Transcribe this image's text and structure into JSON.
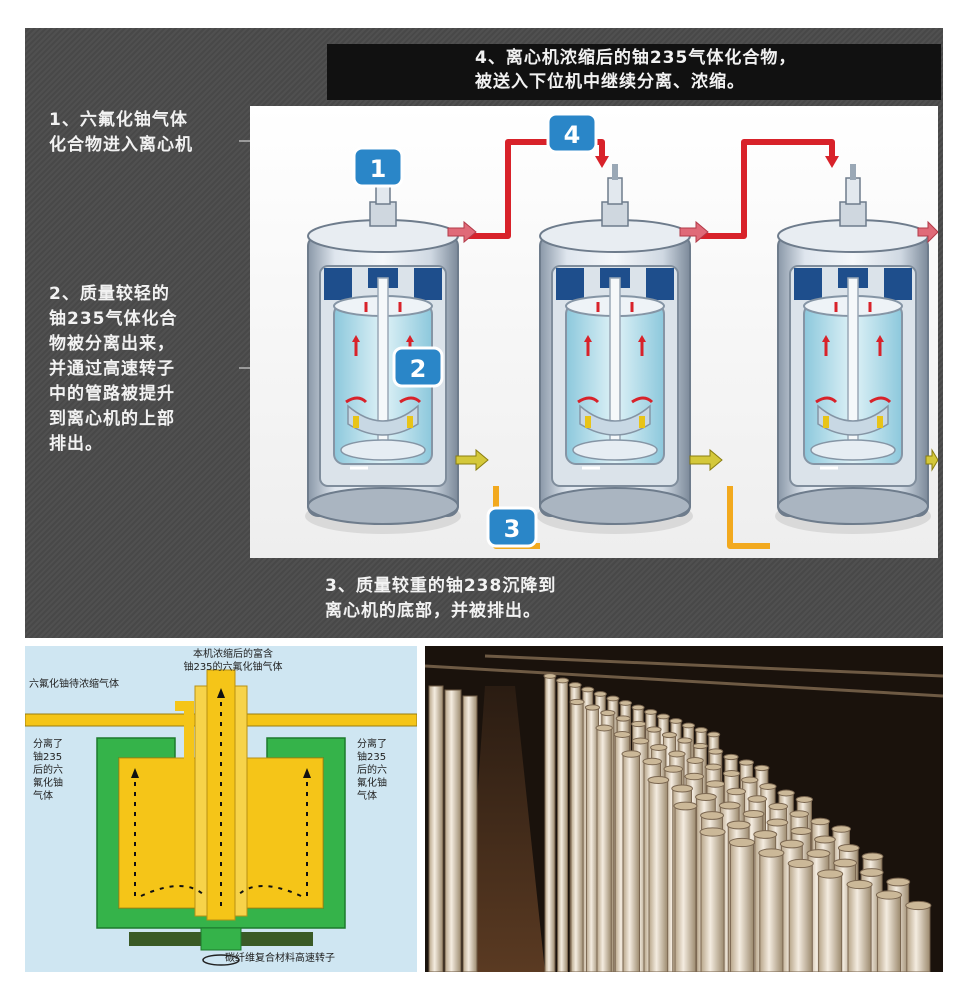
{
  "top_panel": {
    "step4_caption": "4、离心机浓缩后的铀235气体化合物，\n被送入下位机中继续分离、浓缩。",
    "step1_caption": "1、六氟化铀气体\n化合物进入离心机",
    "step2_caption": "2、质量较轻的\n铀235气体化合\n物被分离出来，\n并通过高速转子\n中的管路被提升\n到离心机的上部\n排出。",
    "step3_caption": "3、质量较重的铀238沉降到\n离心机的底部，并被排出。",
    "markers": [
      "1",
      "2",
      "3",
      "4"
    ],
    "colors": {
      "enriched_flow": "#d8222a",
      "depleted_flow": "#f2a91e",
      "marker_fill": "#2a86c8",
      "rotor_liquid": "#bfe3ee"
    }
  },
  "cross_section": {
    "label_top": "本机浓缩后的富含\n铀235的六氟化铀气体",
    "label_feed": "六氟化铀待浓缩气体",
    "label_left": "分离了\n铀235\n后的六\n氟化铀\n气体",
    "label_right": "分离了\n铀235\n后的六\n氟化铀\n气体",
    "label_rotor": "碳纤维复合材料高速转子",
    "colors": {
      "outer_wall": "#35b34a",
      "gas": "#f5c518",
      "arrow": "#111111"
    }
  },
  "photo": {
    "subject": "centrifuge-cascade-hall"
  }
}
